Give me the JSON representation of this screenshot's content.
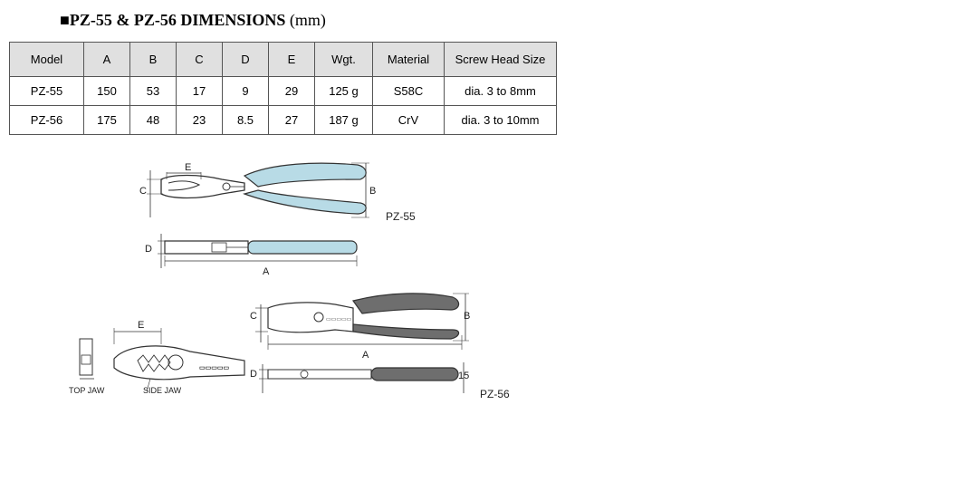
{
  "title": {
    "bullet": "■",
    "main": "PZ-55 & PZ-56 DIMENSIONS",
    "unit": "(mm)"
  },
  "table": {
    "headers": [
      "Model",
      "A",
      "B",
      "C",
      "D",
      "E",
      "Wgt.",
      "Material",
      "Screw Head Size"
    ],
    "rows": [
      [
        "PZ-55",
        "150",
        "53",
        "17",
        "9",
        "29",
        "125 g",
        "S58C",
        "dia. 3 to 8mm"
      ],
      [
        "PZ-56",
        "175",
        "48",
        "23",
        "8.5",
        "27",
        "187 g",
        "CrV",
        "dia. 3 to 10mm"
      ]
    ]
  },
  "figure_pz55": {
    "model_label": "PZ-55",
    "dim_labels": {
      "a": "A",
      "b": "B",
      "c": "C",
      "d": "D",
      "e": "E"
    },
    "handle_color": "#b8dbe6"
  },
  "figure_pz56": {
    "model_label": "PZ-56",
    "dim_labels": {
      "a": "A",
      "b": "B",
      "c": "C",
      "d": "D",
      "e": "E",
      "fifteen": "15"
    },
    "jaw_labels": {
      "top": "TOP JAW",
      "side": "SIDE JAW"
    },
    "handle_color": "#6e6e6e"
  }
}
